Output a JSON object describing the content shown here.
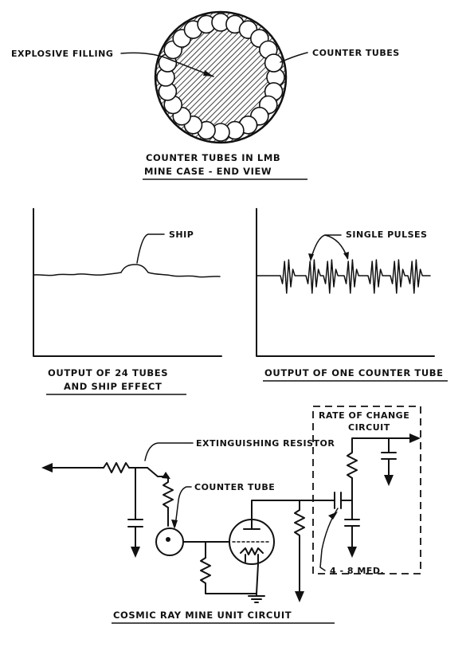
{
  "top_figure": {
    "label_left": "EXPLOSIVE FILLING",
    "label_right": "COUNTER TUBES",
    "caption_line1": "COUNTER TUBES IN LMB",
    "caption_line2": "MINE CASE - END VIEW"
  },
  "left_graph": {
    "annotation": "SHIP",
    "caption_line1": "OUTPUT OF 24 TUBES",
    "caption_line2": "AND SHIP EFFECT"
  },
  "right_graph": {
    "annotation": "SINGLE PULSES",
    "caption": "OUTPUT OF ONE COUNTER TUBE"
  },
  "circuit": {
    "box_label_line1": "RATE OF CHANGE",
    "box_label_line2": "CIRCUIT",
    "resistor_label": "EXTINGUISHING RESISTOR",
    "tube_label": "COUNTER TUBE",
    "capacitor_label": "4 - 8 MFD.",
    "caption": "COSMIC RAY MINE UNIT CIRCUIT"
  }
}
